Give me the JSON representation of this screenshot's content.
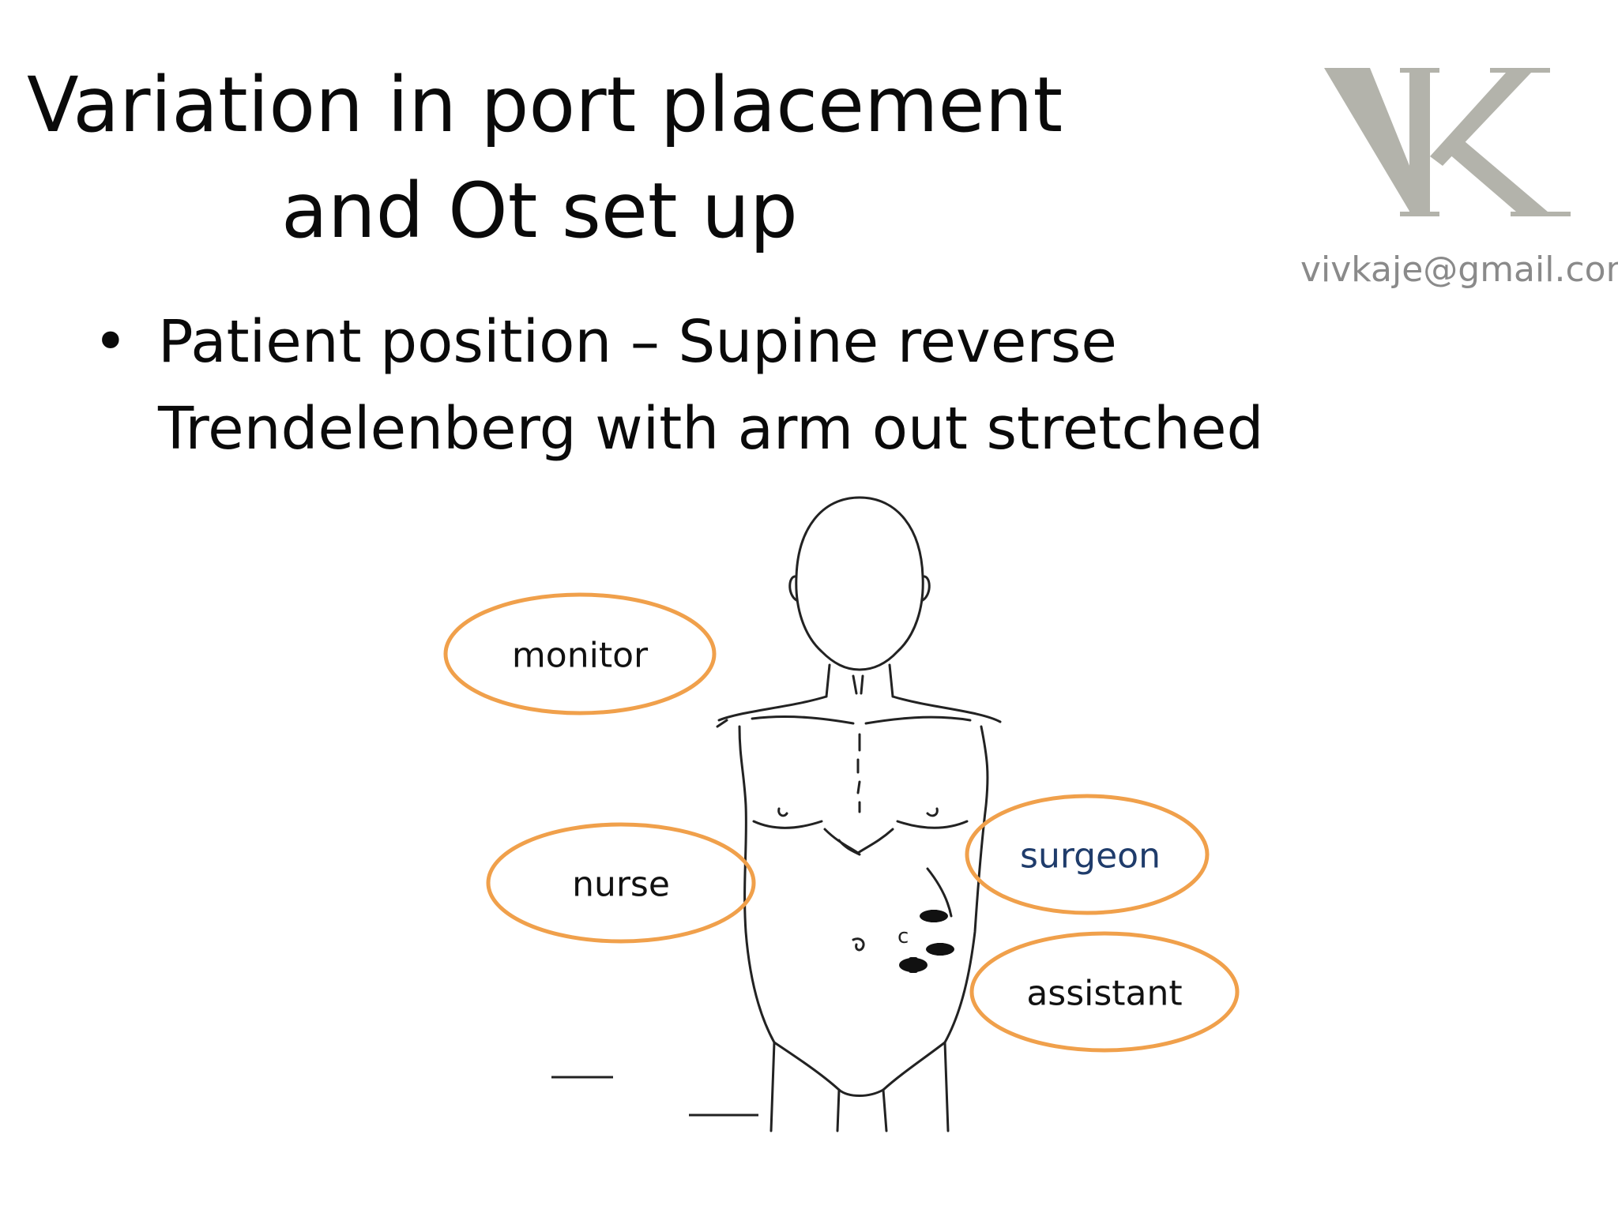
{
  "slide": {
    "title_line1": "Variation in port placement",
    "title_line2": "and Ot set up",
    "bullet": "Patient position – Supine reverse Trendelenberg with arm out stretched"
  },
  "watermark": {
    "email": "vivkaje@gmail.com",
    "logo_letters": "VK",
    "logo_color": "#b3b3ab"
  },
  "diagram": {
    "roles": {
      "monitor": "monitor",
      "nurse": "nurse",
      "surgeon": "surgeon",
      "assistant": "assistant"
    },
    "port_camera_label": "c",
    "colors": {
      "ellipse_stroke": "#f0a04b",
      "surgeon_text": "#1f3c6b",
      "label_text": "#111111",
      "line_art": "#222222"
    }
  }
}
